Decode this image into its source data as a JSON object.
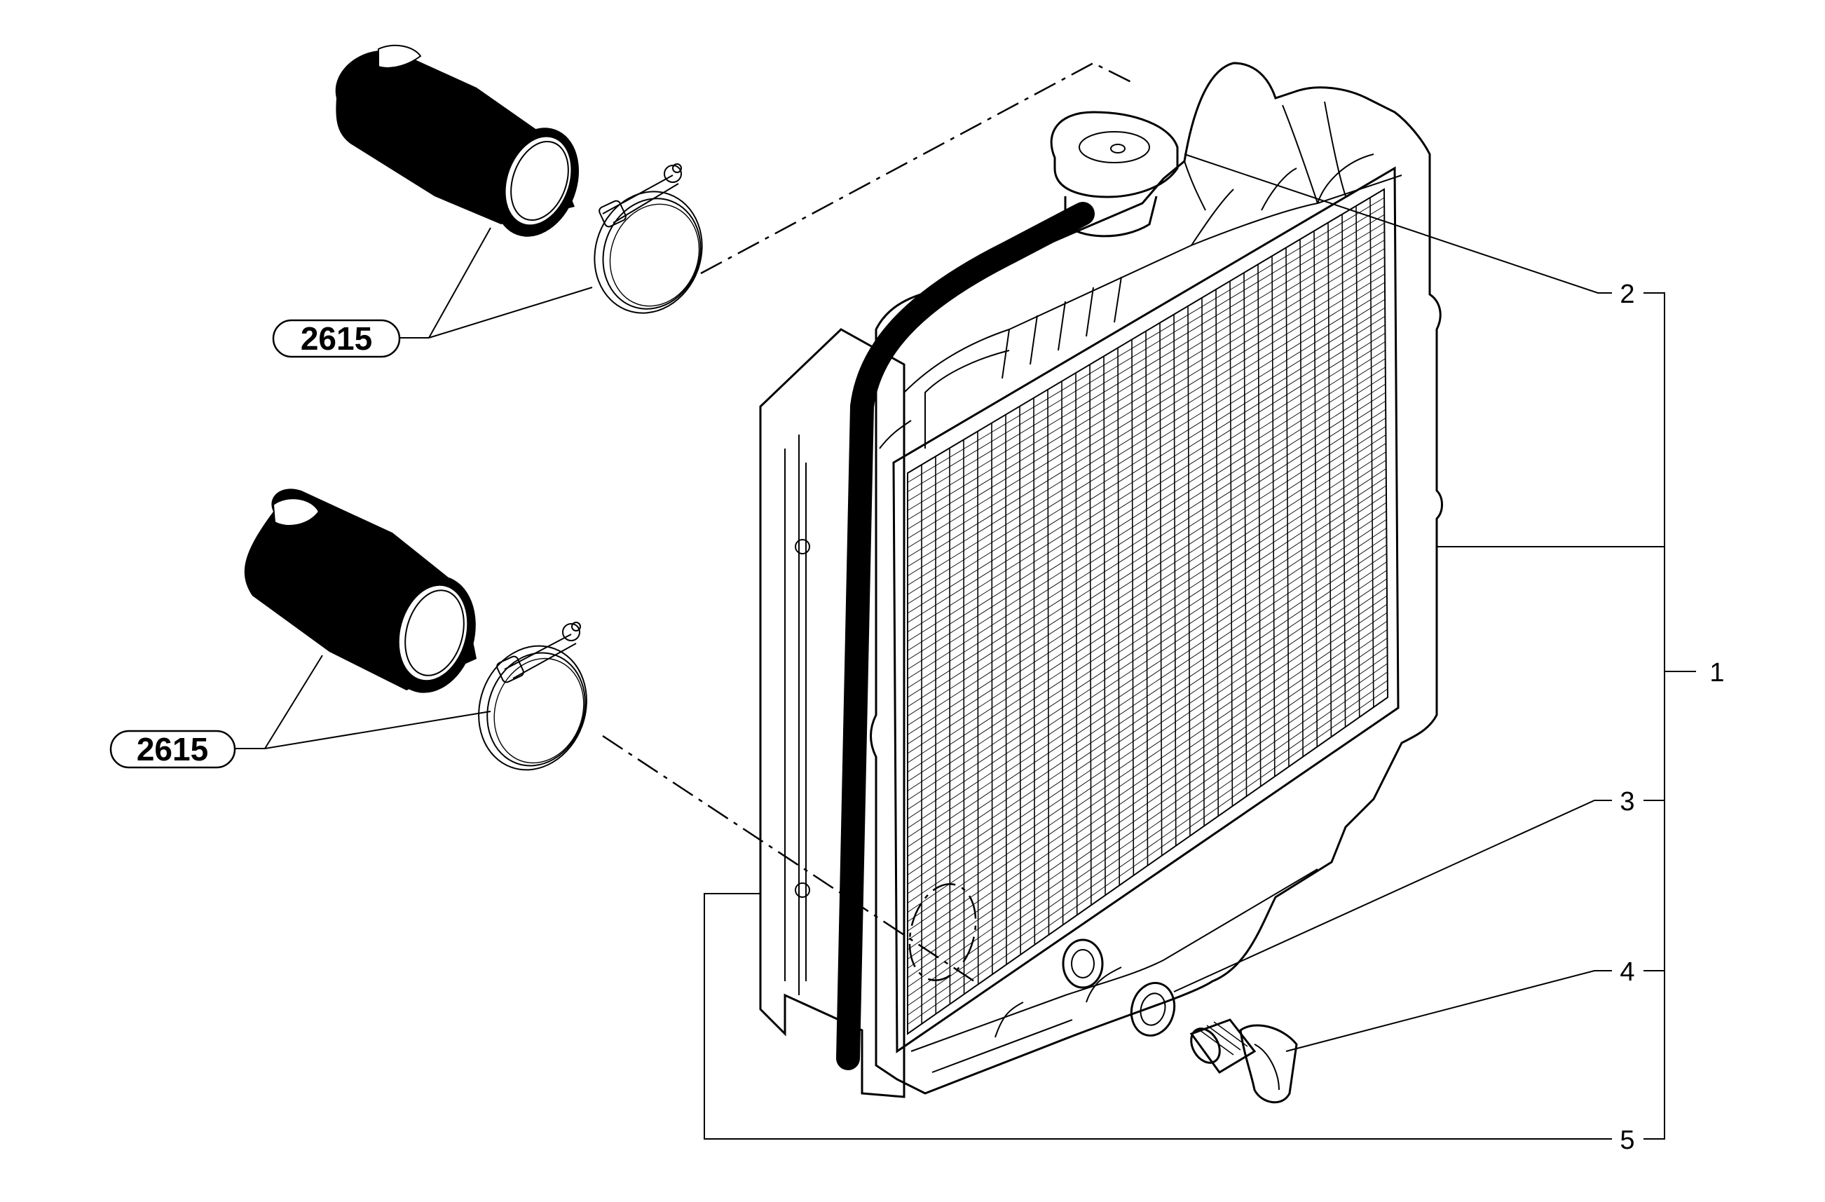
{
  "callouts": {
    "item_1": "1",
    "item_2": "2",
    "item_3": "3",
    "item_4": "4",
    "item_5": "5"
  },
  "references": {
    "upper_hose_group": "2615",
    "lower_hose_group": "2615"
  }
}
